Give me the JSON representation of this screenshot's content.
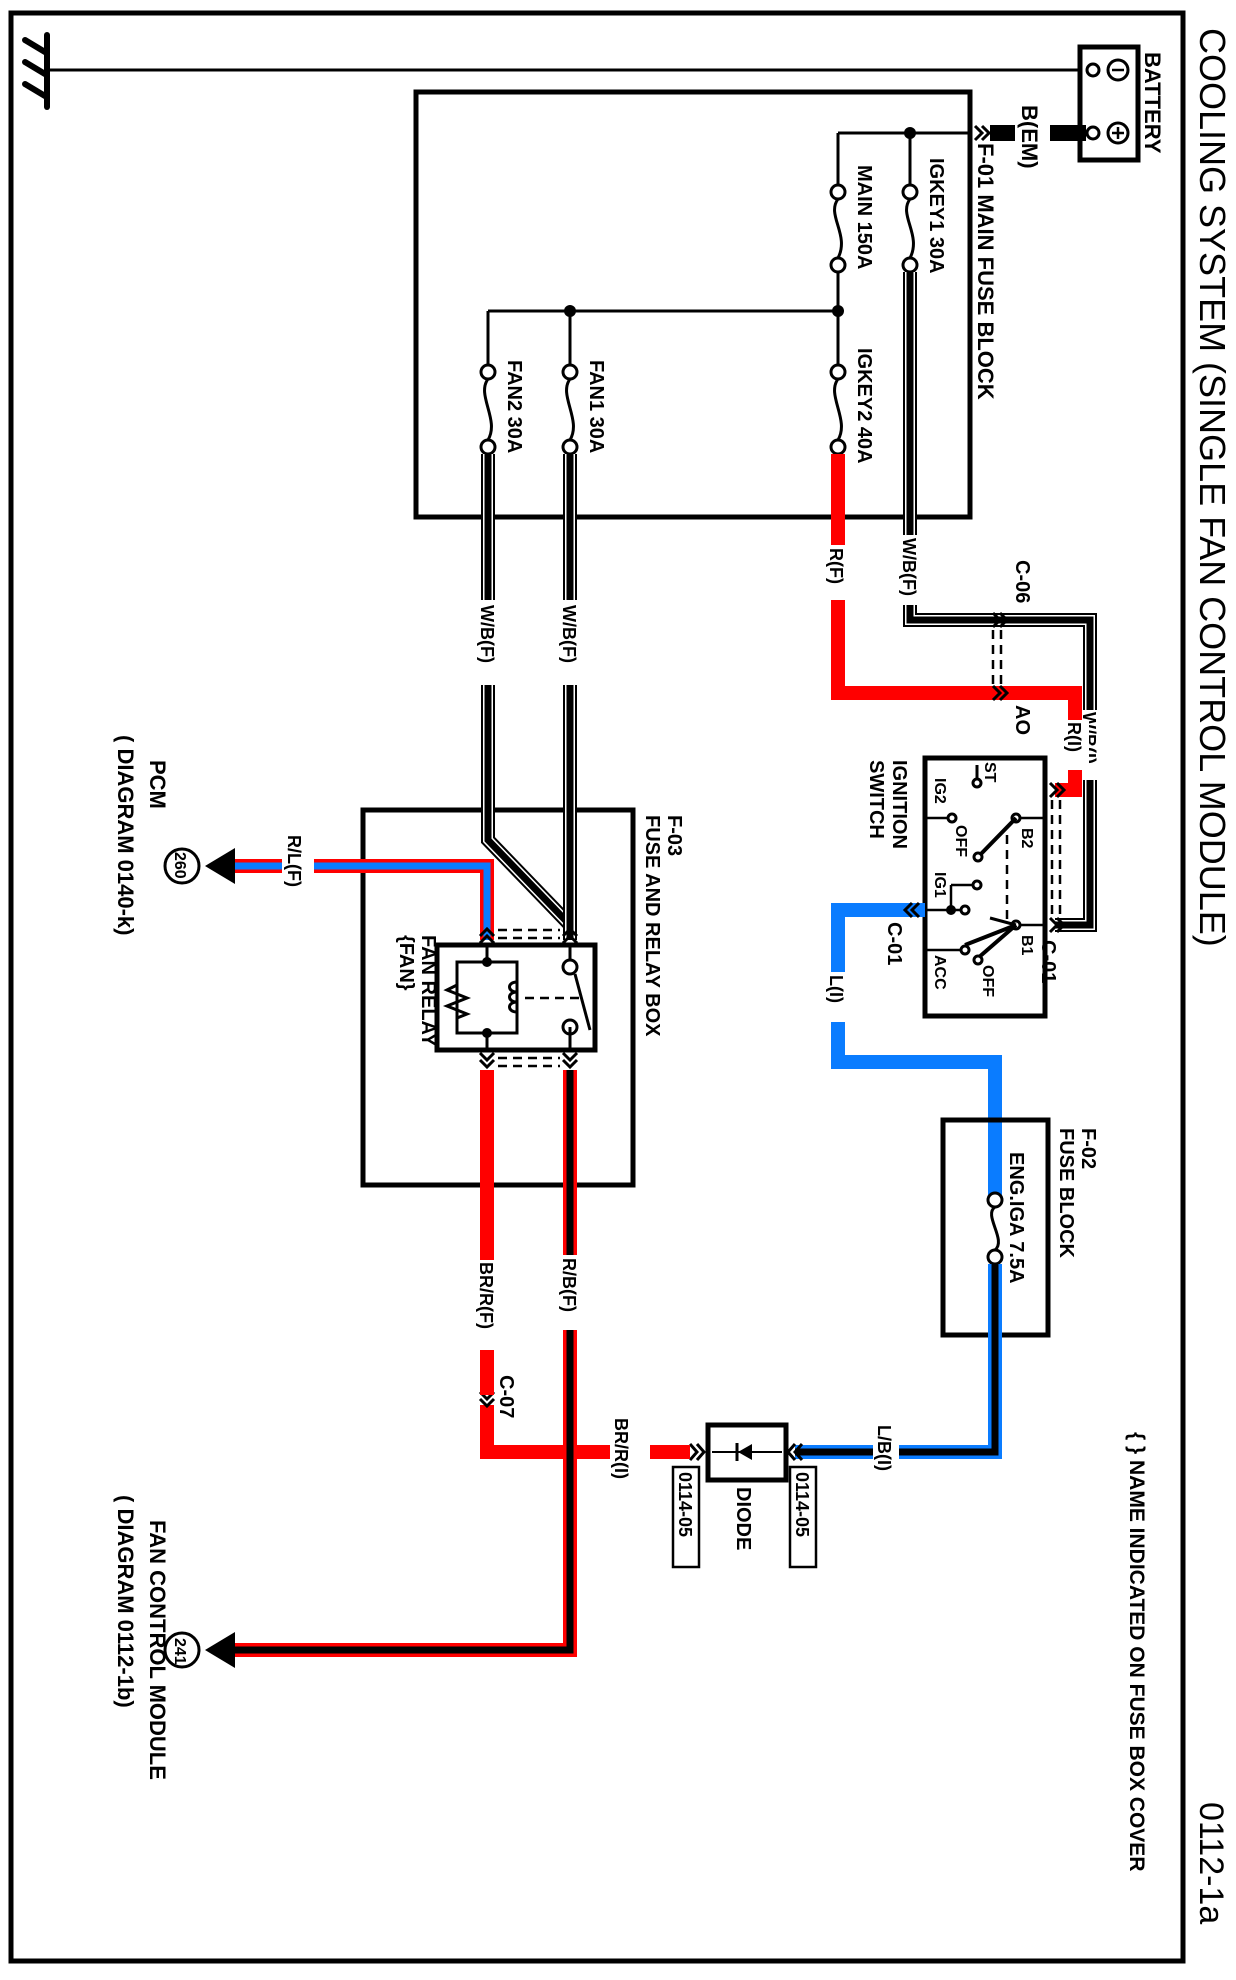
{
  "title": "COOLING SYSTEM (SINGLE FAN CONTROL MODULE)",
  "page_code": "0112-1a",
  "note": "{ } NAME INDICATED ON FUSE BOX COVER",
  "colors": {
    "red": "#ff0000",
    "blue": "#0a7cff",
    "black": "#000000"
  },
  "battery": {
    "label": "BATTERY",
    "neg_symbol": "⊖",
    "pos_symbol": "⊕",
    "wire": "B(EM)"
  },
  "main_fuse_block": {
    "label": "F-01 MAIN FUSE BLOCK",
    "fuses": [
      "IGKEY1 30A",
      "MAIN 150A",
      "IGKEY2 40A",
      "FAN1 30A",
      "FAN2 30A"
    ]
  },
  "wires": {
    "igkey1_out": "W/B(F)",
    "igkey2_out": "R(F)",
    "fan1_out": "W/B(F)",
    "fan2_out": "W/B(F)",
    "wb_inst": "W/B(I)",
    "r_inst": "R(I)",
    "l_inst": "L(I)",
    "lb_inst": "L/B(I)",
    "brr_inst": "BR/R(I)",
    "brr_front": "BR/R(F)",
    "rb_front": "R/B(F)",
    "rl_front": "R/L(F)"
  },
  "connectors": {
    "c06": "C-06",
    "ao": "AO",
    "c01a": "C-01",
    "c01b": "C-01",
    "c07": "C-07"
  },
  "ignition_switch": {
    "label_line1": "IGNITION",
    "label_line2": "SWITCH",
    "terminals": [
      "ST",
      "IG2",
      "OFF",
      "B2",
      "IG1",
      "B1",
      "ACC",
      "OFF"
    ]
  },
  "fuse_block_f02": {
    "label_line1": "F-02",
    "label_line2": "FUSE BLOCK",
    "fuse": "ENG.IGA 7.5A"
  },
  "relay_box": {
    "label_line1": "F-03",
    "label_line2": "FUSE AND RELAY BOX",
    "relay_line1": "FAN RELAY",
    "relay_line2": "{FAN}"
  },
  "diode": {
    "label": "DIODE",
    "ref_left": "0114-05",
    "ref_right": "0114-05"
  },
  "pcm": {
    "label": "PCM",
    "ref": "( DIAGRAM 0140-k)",
    "pin": "260"
  },
  "fan_module": {
    "label": "FAN CONTROL MODULE",
    "ref": "( DIAGRAM 0112-1b)",
    "pin": "241"
  }
}
